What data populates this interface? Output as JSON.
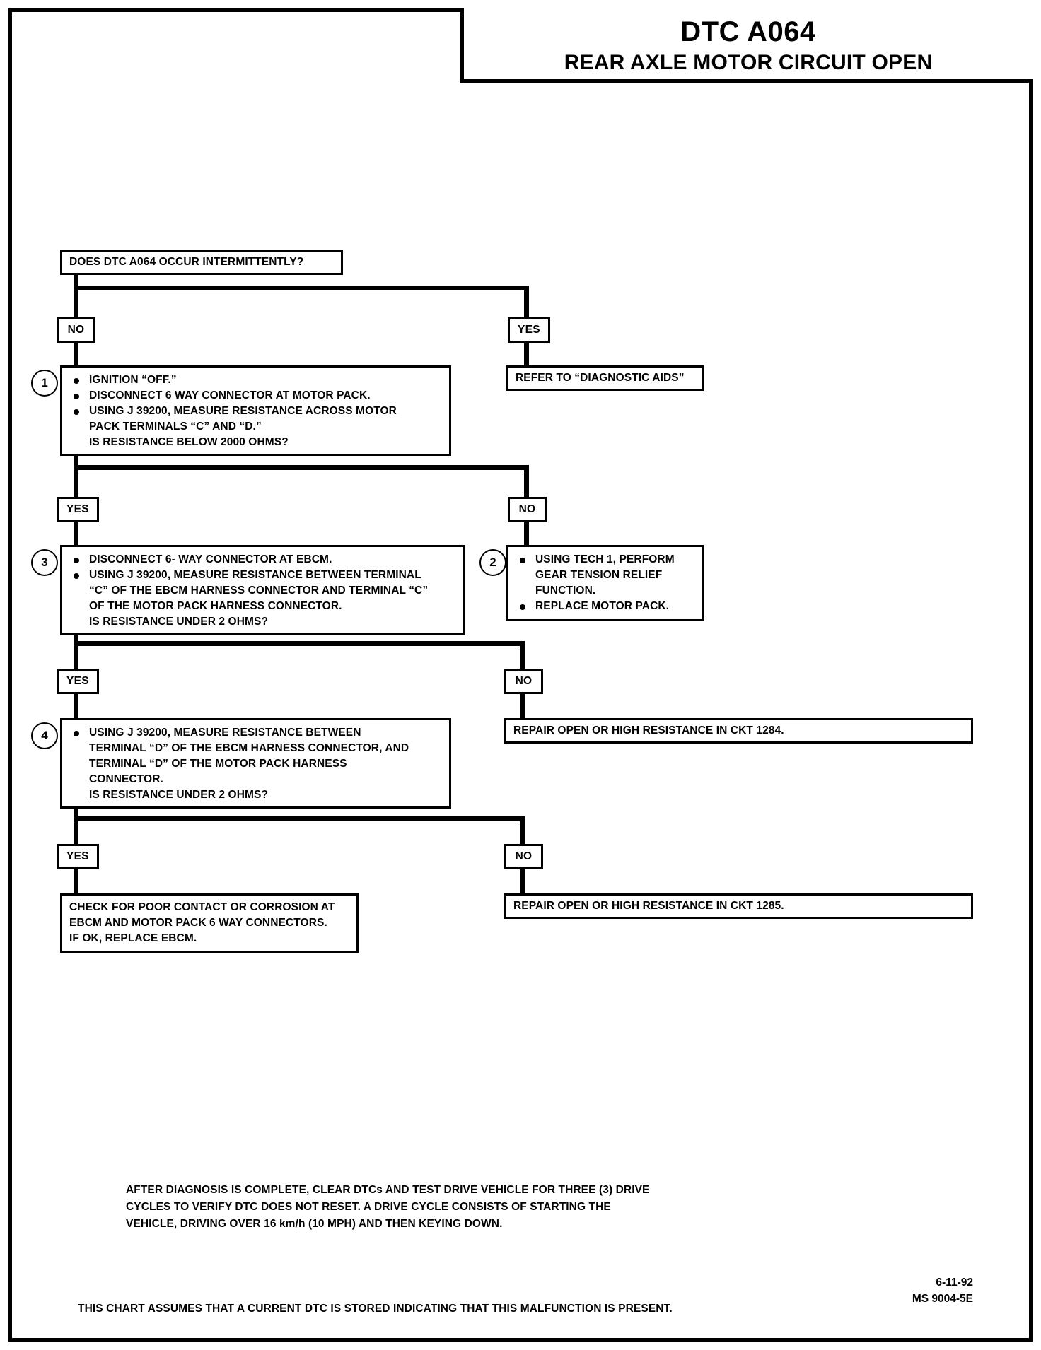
{
  "document": {
    "header": {
      "code": "DTC A064",
      "title": "REAR AXLE MOTOR CIRCUIT OPEN"
    },
    "footer": {
      "note_line1": "AFTER DIAGNOSIS IS COMPLETE, CLEAR DTCs AND TEST DRIVE VEHICLE FOR THREE (3) DRIVE",
      "note_line2": "CYCLES TO VERIFY DTC DOES NOT RESET.  A DRIVE CYCLE CONSISTS OF STARTING THE",
      "note_line3": "VEHICLE, DRIVING OVER 16 km/h (10 MPH) AND THEN KEYING DOWN.",
      "assumption": "THIS CHART ASSUMES THAT A CURRENT DTC IS STORED INDICATING THAT THIS MALFUNCTION IS PRESENT.",
      "date": "6-11-92",
      "doc_number": "MS 9004-5E"
    }
  },
  "flow": {
    "question": {
      "text": "DOES DTC A064 OCCUR INTERMITTENTLY?"
    },
    "branch_labels": {
      "q_no": "NO",
      "q_yes": "YES",
      "s1_yes": "YES",
      "s1_no": "NO",
      "s3_yes": "YES",
      "s3_no": "NO",
      "s4_yes": "YES",
      "s4_no": "NO"
    },
    "diagnostic_aids": {
      "text": "REFER TO “DIAGNOSTIC AIDS”"
    },
    "step1": {
      "number": "1",
      "bullets": [
        "IGNITION “OFF.”",
        "DISCONNECT 6 WAY CONNECTOR AT MOTOR PACK.",
        "USING J 39200, MEASURE RESISTANCE ACROSS MOTOR"
      ],
      "cont1": "PACK TERMINALS “C” AND “D.”",
      "cont2": "IS RESISTANCE BELOW 2000 OHMS?"
    },
    "step2": {
      "number": "2",
      "bullets_line1": "USING TECH 1, PERFORM",
      "bullets_line2": "GEAR TENSION RELIEF",
      "bullets_line3": "FUNCTION.",
      "bullet2": "REPLACE MOTOR PACK."
    },
    "step3": {
      "number": "3",
      "bullet1": "DISCONNECT 6- WAY CONNECTOR AT EBCM.",
      "bullet2": "USING J 39200, MEASURE RESISTANCE BETWEEN TERMINAL",
      "cont1": "“C” OF THE EBCM HARNESS CONNECTOR AND TERMINAL “C”",
      "cont2": "OF THE MOTOR PACK HARNESS CONNECTOR.",
      "cont3": "IS RESISTANCE UNDER 2 OHMS?"
    },
    "step4": {
      "number": "4",
      "bullet1": "USING J 39200, MEASURE RESISTANCE BETWEEN",
      "cont1": "TERMINAL “D” OF THE EBCM HARNESS CONNECTOR, AND",
      "cont2": "TERMINAL “D” OF THE MOTOR PACK HARNESS",
      "cont3": "CONNECTOR.",
      "cont4": "IS RESISTANCE UNDER 2 OHMS?"
    },
    "repair_1284": {
      "text": "REPAIR OPEN OR HIGH RESISTANCE IN CKT 1284."
    },
    "repair_1285": {
      "text": "REPAIR OPEN OR HIGH RESISTANCE IN CKT 1285."
    },
    "final_action": {
      "line1": "CHECK FOR POOR CONTACT OR CORROSION AT",
      "line2": "EBCM AND MOTOR PACK 6 WAY CONNECTORS.",
      "line3": "IF OK, REPLACE EBCM."
    }
  }
}
